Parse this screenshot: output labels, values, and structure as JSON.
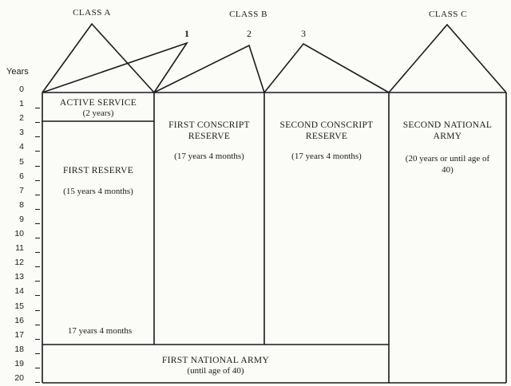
{
  "headers": {
    "class_a": "CLASS A",
    "class_b": "CLASS B",
    "class_c": "CLASS C",
    "n1": "1",
    "n2": "2",
    "n3": "3"
  },
  "axis": {
    "title": "Years",
    "labels": [
      "0",
      "1",
      "2",
      "3",
      "4",
      "5",
      "6",
      "7",
      "8",
      "9",
      "10",
      "11",
      "12",
      "13",
      "14",
      "15",
      "16",
      "17",
      "18",
      "19",
      "20"
    ]
  },
  "boxes": {
    "active_service": {
      "title": "ACTIVE SERVICE",
      "sub": "(2 years)"
    },
    "first_reserve": {
      "title": "FIRST RESERVE",
      "sub": "(15 years 4 months)",
      "bottom": "17 years 4 months"
    },
    "first_conscript": {
      "title": "FIRST CONSCRIPT RESERVE",
      "sub": "(17 years 4 months)"
    },
    "second_conscript": {
      "title": "SECOND CONSCRIPT RESERVE",
      "sub": "(17 years 4 months)"
    },
    "second_national": {
      "title": "SECOND NATIONAL ARMY",
      "sub": "(20 years or until age of 40)"
    },
    "first_national": {
      "title": "FIRST NATIONAL ARMY",
      "sub": "(until age of 40)"
    }
  }
}
